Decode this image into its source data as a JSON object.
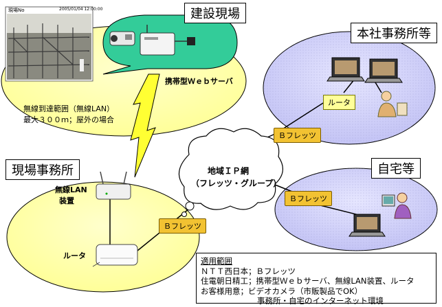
{
  "sites": {
    "construction": {
      "title": "建設現場",
      "server_label": "携帯型Ｗｅｂサーバ",
      "range_line1": "無線到達範囲（無線LAN）",
      "range_line2": "最大３００ｍ；屋外の場合",
      "photo_caption_left": "現場No",
      "photo_caption_right": "2005/01/04 12:00:00"
    },
    "hq": {
      "title": "本社事務所等",
      "router_label": "ルータ",
      "flets_label": "Ｂフレッツ"
    },
    "home": {
      "title": "自宅等",
      "flets_label": "Ｂフレッツ"
    },
    "field_office": {
      "title": "現場事務所",
      "wlan_label_line1": "無線LAN",
      "wlan_label_line2": "装置",
      "router_label": "ルータ",
      "flets_label": "Ｂフレッツ"
    }
  },
  "cloud": {
    "line1": "地域ＩＰ網",
    "line2": "（フレッツ・グループ）"
  },
  "note": {
    "heading": "適用範囲",
    "line1": "ＮＴＴ西日本；Ｂフレッツ",
    "line2": "住電朝日精工；携帯型Ｗｅｂサーバ、無線LAN装置、ルータ",
    "line3": "お客様用意；ビデオカメラ（市販製品でOK）",
    "line4": "事務所・自宅のインターネット環境"
  },
  "colors": {
    "ellipse_yellow": "#ffff99",
    "ellipse_blue": "#ccccff",
    "callout_green": "#33cc99",
    "tag_orange": "#f2c232",
    "bolt": "#ffff33"
  }
}
